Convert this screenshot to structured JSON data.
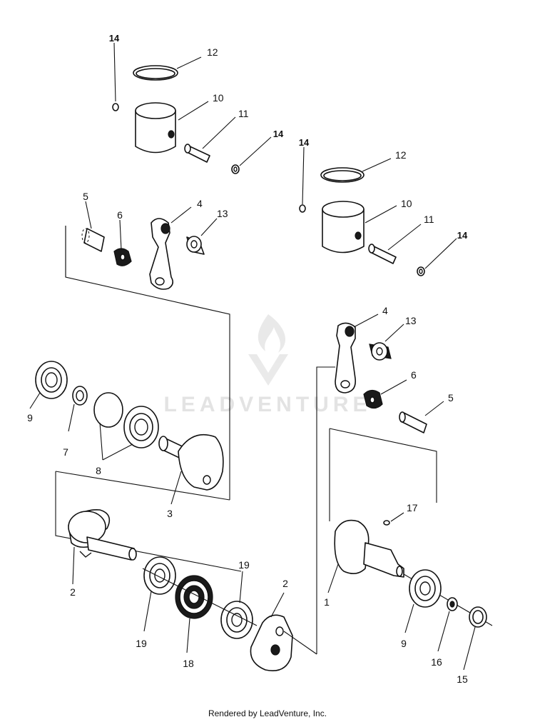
{
  "watermark": {
    "text": "LEADVENTURE",
    "logo": "leadventure-flame-logo"
  },
  "footer": {
    "text": "Rendered by LeadVenture, Inc."
  },
  "callouts": {
    "n1": "1",
    "n2a": "2",
    "n2b": "2",
    "n3": "3",
    "n4a": "4",
    "n4b": "4",
    "n5a": "5",
    "n5b": "5",
    "n6a": "6",
    "n6b": "6",
    "n7": "7",
    "n8": "8",
    "n9a": "9",
    "n9b": "9",
    "n10a": "10",
    "n10b": "10",
    "n11a": "11",
    "n11b": "11",
    "n12a": "12",
    "n12b": "12",
    "n13a": "13",
    "n13b": "13",
    "n14a": "14",
    "n14b": "14",
    "n14c": "14",
    "n14d": "14",
    "n15": "15",
    "n16": "16",
    "n17": "17",
    "n18": "18",
    "n19a": "19",
    "n19b": "19"
  }
}
